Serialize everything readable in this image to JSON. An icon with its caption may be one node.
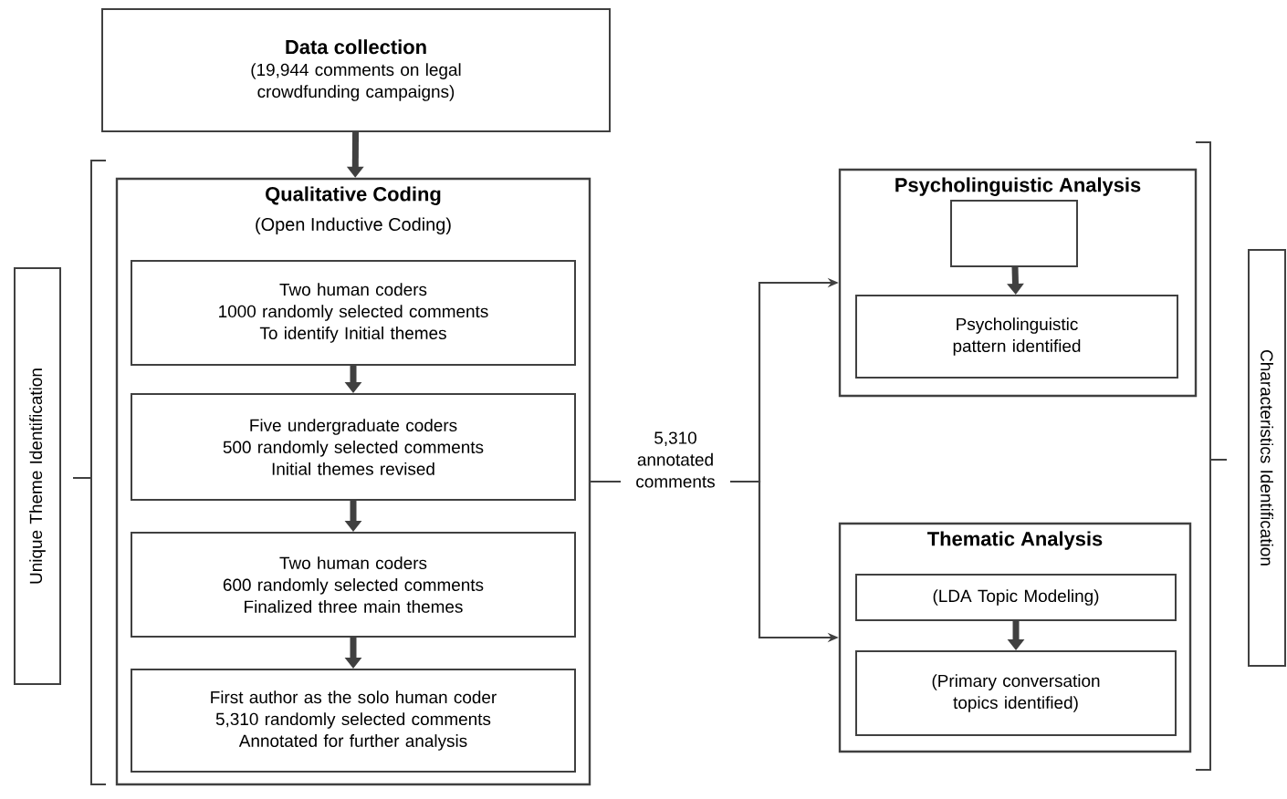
{
  "diagram": {
    "nodes": [
      {
        "text": [
          "Data collection",
          "(19,944 comments on legal crowdfunding campaigns)"
        ]
      },
      {
        "text": [
          "Qualitative Coding",
          "(Open Inductive Coding)"
        ]
      },
      {
        "text": [
          "Two human coders",
          "1000 randomly selected comments",
          "To identify Initial themes"
        ],
        "in": 1
      },
      {
        "text": [
          "Five undergraduate coders",
          "500 randomly selected comments",
          "Initial themes revised"
        ],
        "in": 1
      },
      {
        "text": [
          "Two human coders",
          "600 randomly selected comments",
          "Finalized three main themes"
        ],
        "in": 1
      },
      {
        "text": [
          "First author as the solo human coder",
          "5,310 randomly selected comments",
          "Annotated for further analysis"
        ],
        "in": 1
      },
      {
        "text": [
          "Psycholinguistic Analysis"
        ]
      },
      {
        "text": [],
        "shape": "box",
        "in": 6
      },
      {
        "text": [
          "Psycholinguistic pattern identified"
        ],
        "in": 6
      },
      {
        "text": [
          "Thematic Analysis"
        ]
      },
      {
        "text": [
          "(LDA Topic Modeling)"
        ],
        "in": 9
      },
      {
        "text": [
          "(Primary conversation topics identified)"
        ],
        "in": 9
      },
      {
        "text": [
          "Unique Theme Identification"
        ]
      },
      {
        "text": [
          "Characteristics Identification"
        ]
      }
    ],
    "edges": [
      {
        "from": 0,
        "to": 1,
        "arrow": "to"
      },
      {
        "from": 2,
        "to": 3,
        "arrow": "to"
      },
      {
        "from": 3,
        "to": 4,
        "arrow": "to"
      },
      {
        "from": 4,
        "to": 5,
        "arrow": "to"
      },
      {
        "from": 1,
        "to": 6,
        "arrow": "to",
        "label": "5,310 annotated comments"
      },
      {
        "from": 1,
        "to": 9,
        "arrow": "to"
      },
      {
        "from": 7,
        "to": 8,
        "arrow": "to"
      },
      {
        "from": 10,
        "to": 11,
        "arrow": "to"
      }
    ]
  }
}
